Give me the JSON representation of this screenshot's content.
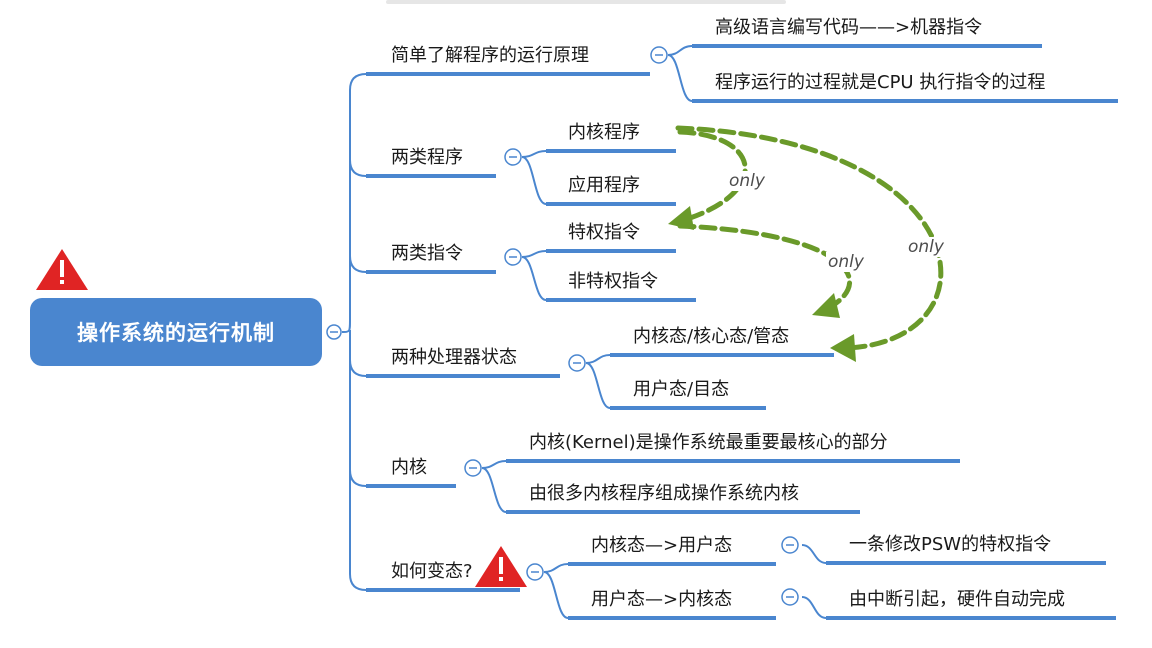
{
  "root": {
    "label": "操作系统的运行机制"
  },
  "branches": [
    {
      "label": "简单了解程序的运行原理",
      "children": [
        "高级语言编写代码——>机器指令",
        "程序运行的过程就是CPU 执行指令的过程"
      ]
    },
    {
      "label": "两类程序",
      "children": [
        "内核程序",
        "应用程序"
      ]
    },
    {
      "label": "两类指令",
      "children": [
        "特权指令",
        "非特权指令"
      ]
    },
    {
      "label": "两种处理器状态",
      "children": [
        "内核态/核心态/管态",
        "用户态/目态"
      ]
    },
    {
      "label": "内核",
      "children": [
        "内核(Kernel)是操作系统最重要最核心的部分",
        "由很多内核程序组成操作系统内核"
      ]
    },
    {
      "label": "如何变态?",
      "children": [
        "内核态—>用户态",
        "用户态—>内核态"
      ]
    }
  ],
  "transitions": [
    "一条修改PSW的特权指令",
    "由中断引起，硬件自动完成"
  ],
  "annotations": {
    "only_1": "only",
    "only_2": "only",
    "only_3": "only"
  },
  "colors": {
    "root_fill": "#4a86cf",
    "branch_line": "#4a86cf",
    "arrow": "#6a9a2a",
    "warning": "#e02424"
  }
}
